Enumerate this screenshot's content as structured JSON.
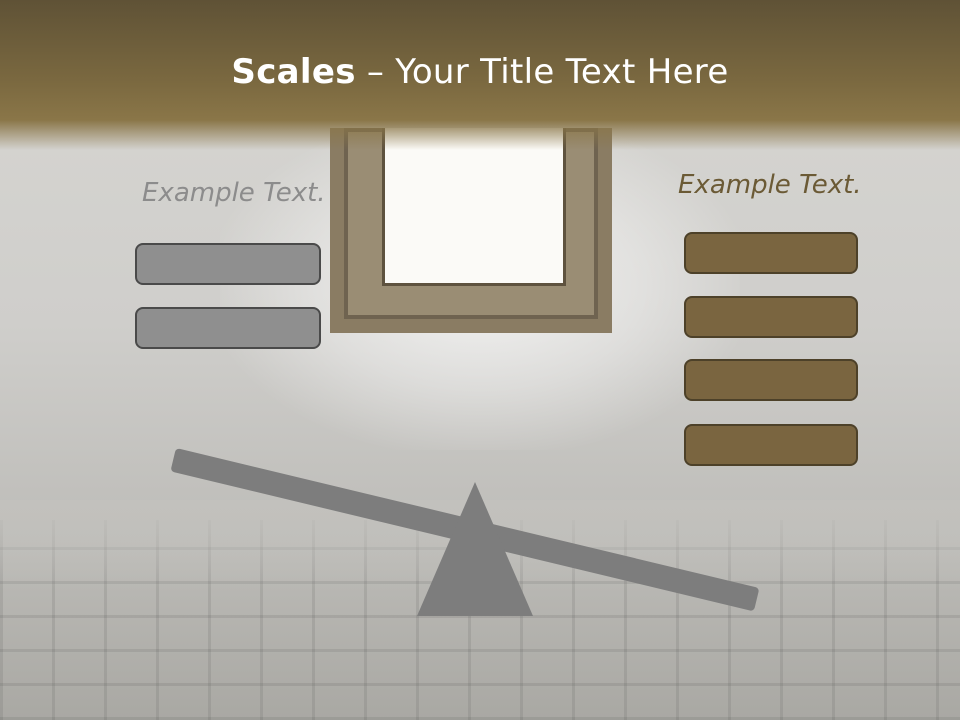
{
  "slide": {
    "title_bold": "Scales",
    "title_rest": " – Your Title Text Here",
    "left_label": "Example Text.",
    "right_label": "Example Text.",
    "left_box_count": 2,
    "right_box_count": 4
  },
  "colors": {
    "header": "#7b6940",
    "title_text": "#ffffff",
    "left_boxes": "#8f8f8f",
    "right_boxes": "#7a6540",
    "left_label": "#8c8c8c",
    "right_label": "#6b5a35",
    "scale": "#7d7d7d"
  }
}
